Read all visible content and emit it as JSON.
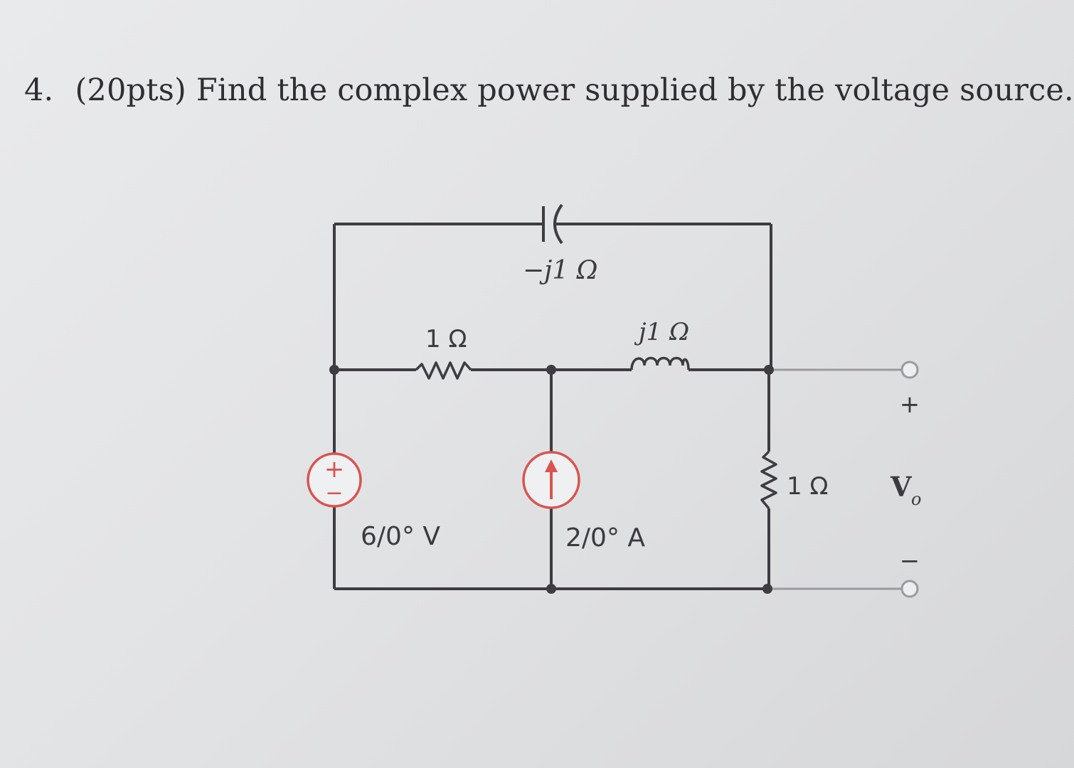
{
  "question": {
    "number": "4.",
    "text": "(20pts) Find the complex power supplied by the voltage source."
  },
  "circuit": {
    "capacitor_label": "−j1 Ω",
    "left_resistor_label": "1 Ω",
    "inductor_label": "j1 Ω",
    "right_resistor_label": "1 Ω",
    "voltage_source_label": "6/0° V",
    "current_source_label": "2/0° A",
    "voltage_source_plus": "+",
    "voltage_source_minus": "−",
    "output_plus": "+",
    "output_minus": "−",
    "output_voltage_main": "V",
    "output_voltage_sub": "o"
  },
  "colors": {
    "wire": "#3c3c42",
    "source": "#d9534f",
    "terminal": "#9a9aa0"
  }
}
